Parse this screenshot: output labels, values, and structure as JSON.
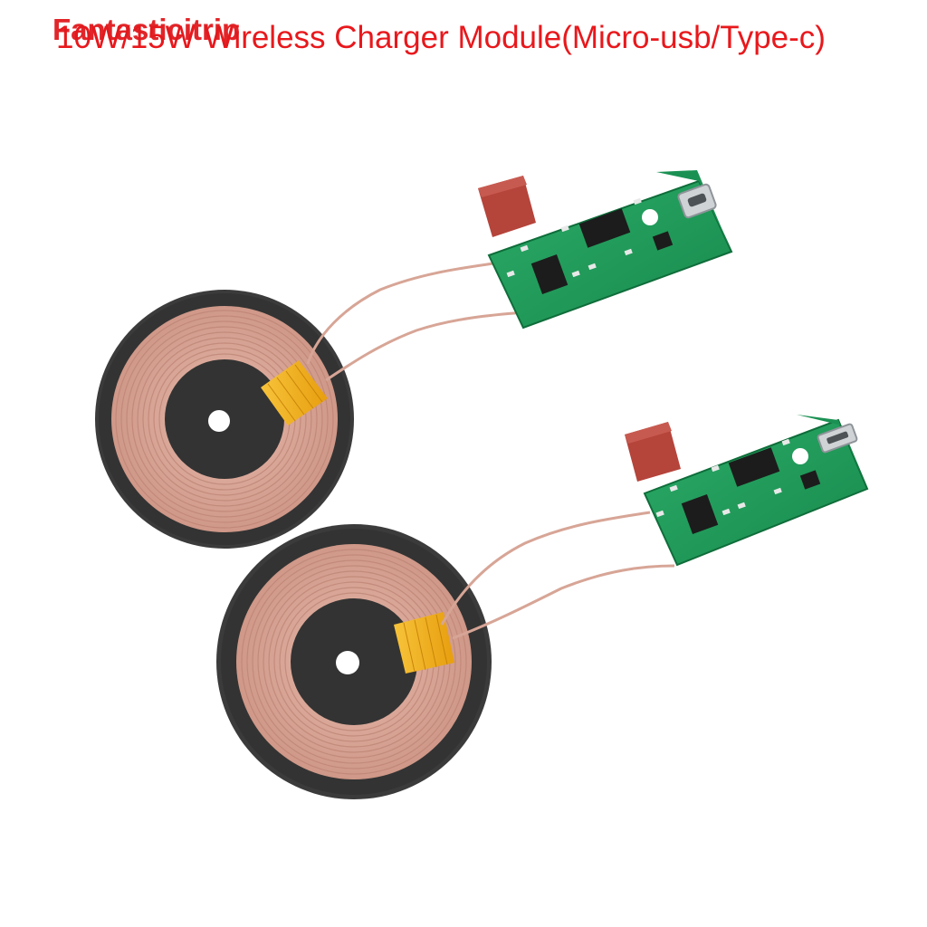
{
  "watermark": {
    "brand": "Fantasticitrip"
  },
  "header": {
    "title": "10W/15W Wireless Charger Module(Micro-usb/Type-c)"
  },
  "colors": {
    "title_red": "#e8181c",
    "coil_copper": "#d9a79a",
    "coil_dark": "#c88e80",
    "disc_black": "#3a3a3a",
    "tape_yellow": "#f4b21a",
    "pcb_green": "#1f9a5a",
    "capacitor_red": "#b5443b"
  },
  "products": [
    {
      "name": "type-c-module",
      "connector": "type-c"
    },
    {
      "name": "micro-usb-module",
      "connector": "micro-usb"
    }
  ]
}
